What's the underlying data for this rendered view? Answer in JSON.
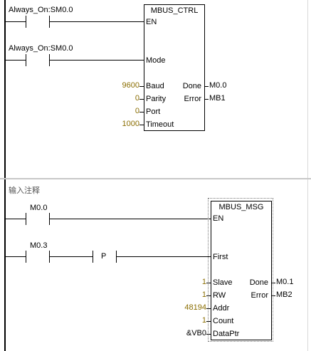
{
  "network1": {
    "contact1": "Always_On:SM0.0",
    "contact2": "Always_On:SM0.0",
    "block": {
      "title": "MBUS_CTRL",
      "en": "EN",
      "mode": "Mode",
      "inputs": [
        {
          "label": "Baud",
          "value": "9600"
        },
        {
          "label": "Parity",
          "value": "0"
        },
        {
          "label": "Port",
          "value": "0"
        },
        {
          "label": "Timeout",
          "value": "1000"
        }
      ],
      "outputs": [
        {
          "label": "Done",
          "value": "M0.0"
        },
        {
          "label": "Error",
          "value": "MB1"
        }
      ]
    }
  },
  "network2": {
    "comment": "输入注释",
    "contact1": "M0.0",
    "contact2": "M0.3",
    "p_contact": "P",
    "block": {
      "title": "MBUS_MSG",
      "en": "EN",
      "first": "First",
      "inputs": [
        {
          "label": "Slave",
          "value": "1"
        },
        {
          "label": "RW",
          "value": "1"
        },
        {
          "label": "Addr",
          "value": "48194"
        },
        {
          "label": "Count",
          "value": "1"
        },
        {
          "label": "DataPtr",
          "value": "&VB0"
        }
      ],
      "outputs": [
        {
          "label": "Done",
          "value": "M0.1"
        },
        {
          "label": "Error",
          "value": "MB2"
        }
      ]
    }
  },
  "colors": {
    "value_text": "#8a6d00",
    "wire": "#000000",
    "separator": "#c8c8c8"
  }
}
